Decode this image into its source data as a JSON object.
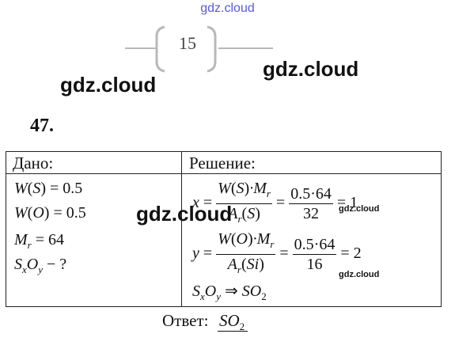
{
  "watermarks": {
    "top": "gdz.cloud",
    "right": "gdz.cloud",
    "left": "gdz.cloud",
    "middle": "gdz.cloud",
    "small_1": "gdz.cloud",
    "small_2": "gdz.cloud"
  },
  "page_number": "15",
  "task_number": "47.",
  "table": {
    "given_header": "Дано:",
    "solution_header": "Решение:"
  },
  "answer": {
    "label": "Ответ:"
  }
}
